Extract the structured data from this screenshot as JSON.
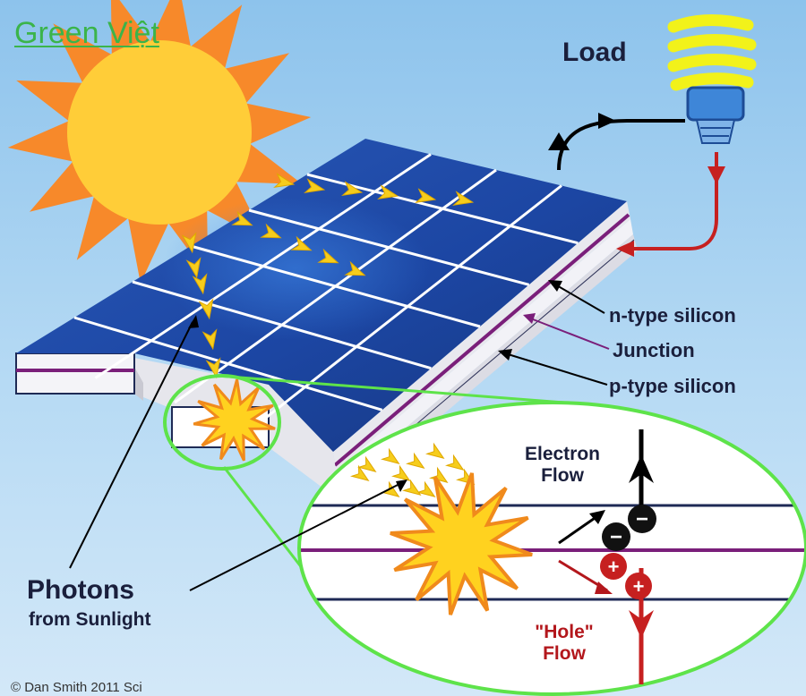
{
  "brand": "Green Việt",
  "labels": {
    "load": "Load",
    "n_type": "n-type silicon",
    "junction": "Junction",
    "p_type": "p-type silicon",
    "photons": "Photons",
    "from_sunlight": "from Sunlight",
    "electron_flow_1": "Electron",
    "electron_flow_2": "Flow",
    "hole_flow_1": "\"Hole\"",
    "hole_flow_2": "Flow",
    "electron_sign": "−",
    "hole_sign": "+"
  },
  "copyright": "© Dan Smith 2011 Sci",
  "colors": {
    "sky": "#8dc3ec",
    "sun_core": "#ffcd38",
    "sun_rays": "#f7892a",
    "panel": "#1a4fa8",
    "grid": "#ffffff",
    "junction": "#7a1f7a",
    "photon": "#f6cd1c",
    "circuit_out": "#000000",
    "circuit_in": "#c62020",
    "highlight": "#5ee34a",
    "hole_text": "#b3171c"
  }
}
